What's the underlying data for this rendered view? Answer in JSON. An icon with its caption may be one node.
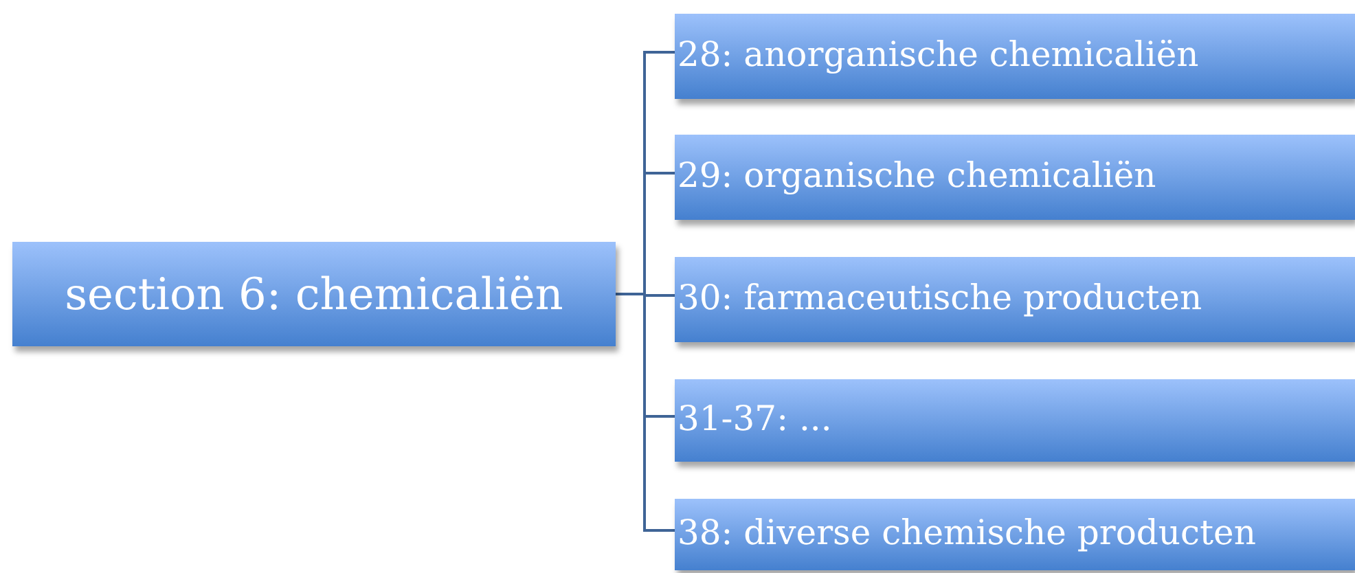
{
  "diagram": {
    "nodes": [
      {
        "text": [
          "section 6: chemicaliën"
        ]
      },
      {
        "text": [
          "28: anorganische chemicaliën"
        ]
      },
      {
        "text": [
          "29: organische chemicaliën"
        ]
      },
      {
        "text": [
          "30: farmaceutische producten"
        ]
      },
      {
        "text": [
          "31-37: ..."
        ]
      },
      {
        "text": [
          "38: diverse chemische producten"
        ]
      }
    ],
    "edges": [
      {
        "from": 0,
        "to": 1,
        "arrow": "none"
      },
      {
        "from": 0,
        "to": 2,
        "arrow": "none"
      },
      {
        "from": 0,
        "to": 3,
        "arrow": "none"
      },
      {
        "from": 0,
        "to": 4,
        "arrow": "none"
      },
      {
        "from": 0,
        "to": 5,
        "arrow": "none"
      }
    ]
  }
}
